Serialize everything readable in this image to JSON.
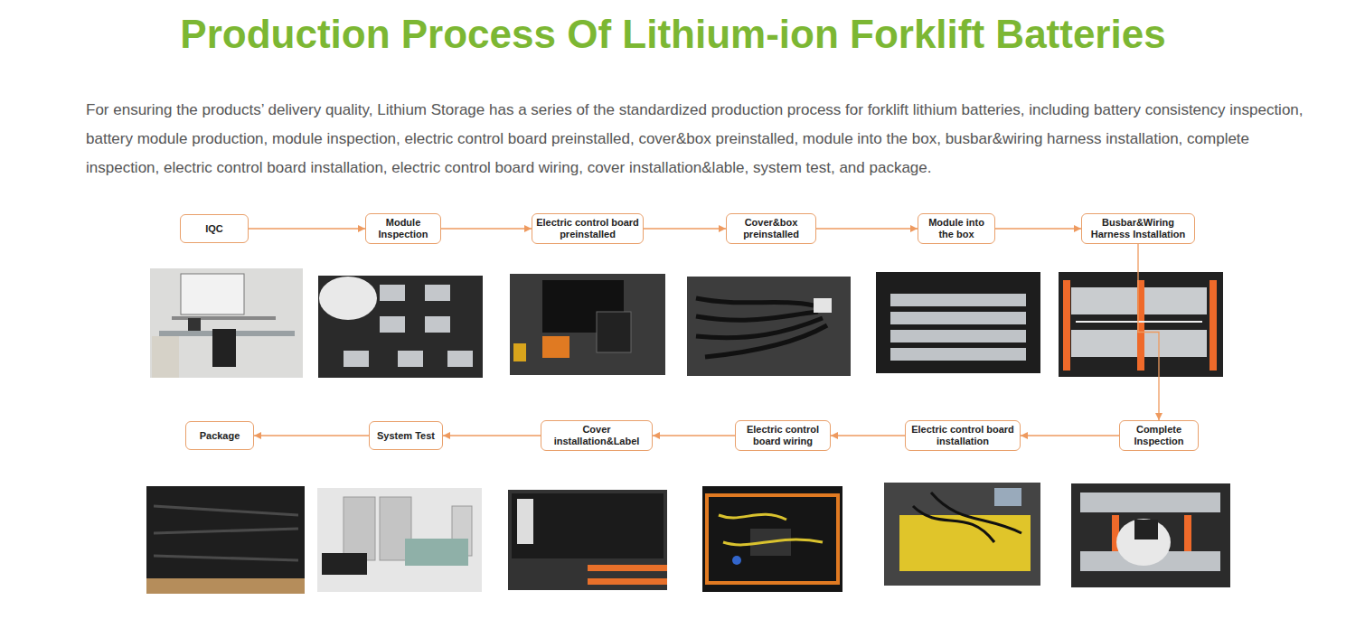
{
  "diagram": {
    "title": "Production Process Of Lithium-ion Forklift Batteries",
    "nodes": [
      {
        "text": [
          "IQC"
        ]
      },
      {
        "text": [
          "Module Inspection"
        ]
      },
      {
        "text": [
          "Electric control board preinstalled"
        ]
      },
      {
        "text": [
          "Cover&box preinstalled"
        ]
      },
      {
        "text": [
          "Module into the box"
        ]
      },
      {
        "text": [
          "Busbar&Wiring Harness Installation"
        ]
      },
      {
        "text": [
          "Complete Inspection"
        ]
      },
      {
        "text": [
          "Electric control board installation"
        ]
      },
      {
        "text": [
          "Electric control board wiring"
        ]
      },
      {
        "text": [
          "Cover installation&Label"
        ]
      },
      {
        "text": [
          "System Test"
        ]
      },
      {
        "text": [
          "Package"
        ]
      }
    ],
    "edges": [
      {
        "from": 0,
        "to": 1,
        "arrow": "to"
      },
      {
        "from": 1,
        "to": 2,
        "arrow": "to"
      },
      {
        "from": 2,
        "to": 3,
        "arrow": "to"
      },
      {
        "from": 3,
        "to": 4,
        "arrow": "to"
      },
      {
        "from": 4,
        "to": 5,
        "arrow": "to"
      },
      {
        "from": 5,
        "to": 6,
        "arrow": "to"
      },
      {
        "from": 6,
        "to": 7,
        "arrow": "to"
      },
      {
        "from": 7,
        "to": 8,
        "arrow": "to"
      },
      {
        "from": 8,
        "to": 9,
        "arrow": "to"
      },
      {
        "from": 9,
        "to": 10,
        "arrow": "to"
      },
      {
        "from": 10,
        "to": 11,
        "arrow": "to"
      }
    ],
    "labels": [
      "For ensuring the products’ delivery quality, Lithium Storage has a series of the standardized production process for forklift lithium batteries, including battery consistency inspection, battery module production, module inspection, electric control board preinstalled, cover&box preinstalled, module into the box, busbar&wiring harness installation, complete inspection, electric control board installation, electric control board wiring, cover installation&lable, system test, and package."
    ]
  }
}
